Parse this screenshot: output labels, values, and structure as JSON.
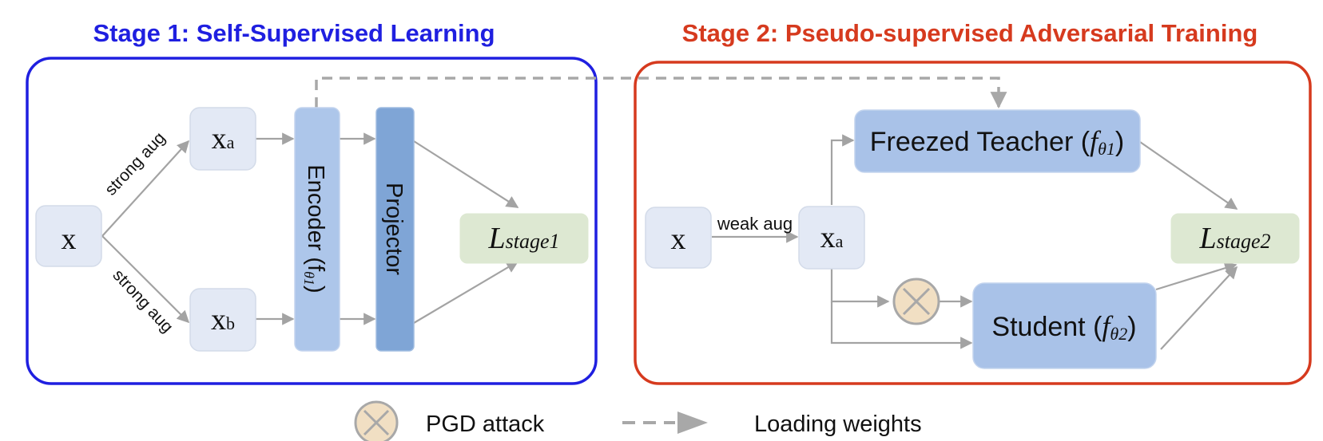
{
  "stage1": {
    "title": "Stage 1: Self-Supervised Learning",
    "input_label": "x",
    "xa_base": "x",
    "xa_sub": "a",
    "xb_base": "x",
    "xb_sub": "b",
    "aug_top": "strong aug",
    "aug_bottom": "strong aug",
    "encoder_label": "Encoder (f",
    "encoder_sub": "θ1",
    "encoder_close": ")",
    "projector_label": "Projector",
    "loss_base": "L",
    "loss_sub": "stage1"
  },
  "stage2": {
    "title": "Stage 2: Pseudo-supervised Adversarial Training",
    "input_label": "x",
    "aug_label": "weak aug",
    "xa_base": "x",
    "xa_sub": "a",
    "teacher_label": "Freezed Teacher (",
    "teacher_f": "f",
    "teacher_sub": "θ1",
    "teacher_close": ")",
    "student_label": "Student (",
    "student_f": "f",
    "student_sub": "θ2",
    "student_close": ")",
    "loss_base": "L",
    "loss_sub": "stage2"
  },
  "legend": {
    "pgd_label": "PGD attack",
    "loading_label": "Loading weights"
  },
  "colors": {
    "stage1_accent": "#1f1fe0",
    "stage2_accent": "#d63a1e",
    "node_fill": "#e3e9f5",
    "encoder_fill": "#adc6ea",
    "projector_fill": "#7fa5d6",
    "teacher_fill": "#a9c2e8",
    "loss_fill": "#dde8d2",
    "pgd_fill": "#f1dfc3",
    "arrow": "#a3a3a3"
  }
}
